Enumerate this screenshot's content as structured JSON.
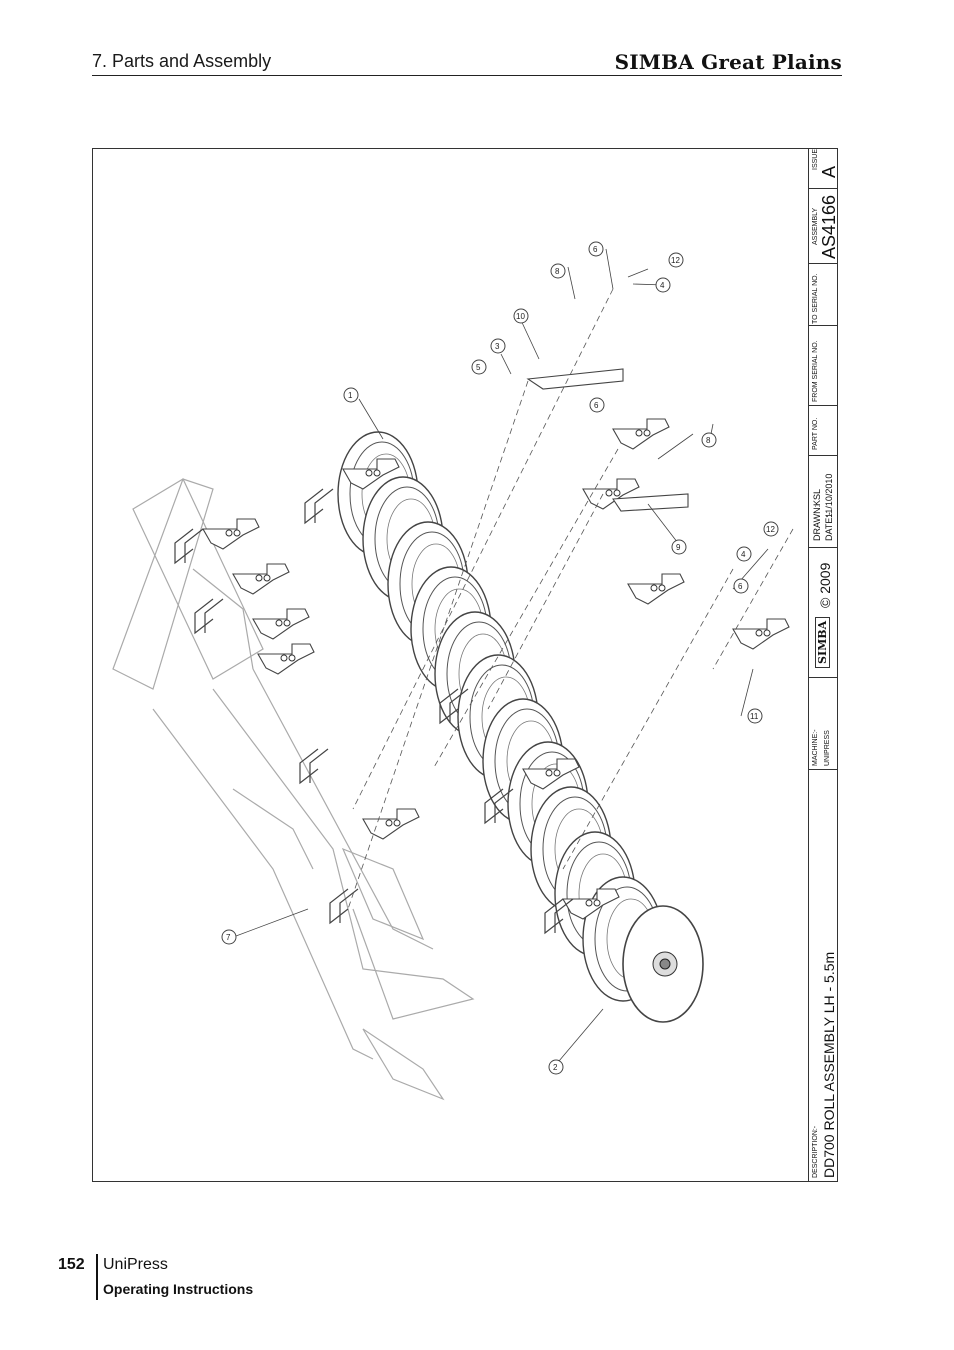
{
  "header": {
    "section_title": "7. Parts and Assembly",
    "brand": "SIMBA Great Plains"
  },
  "drawing": {
    "callouts": [
      "1",
      "2",
      "3",
      "4",
      "4",
      "5",
      "6",
      "6",
      "6",
      "7",
      "8",
      "8",
      "9",
      "10",
      "11",
      "12",
      "12"
    ],
    "title_block": {
      "issue_label": "ISSUE",
      "issue": "A",
      "assembly_label": "ASSEMBLY",
      "assembly": "AS4166",
      "to_serial_label": "TO SERIAL NO.",
      "from_serial_label": "FROM SERIAL NO.",
      "part_no_label": "PART NO.",
      "drawn_label": "DRAWN:",
      "drawn": "KSL",
      "date_label": "DATE:-",
      "date": "11/10/2010",
      "copyright": "© 2009",
      "logo": "SIMBA",
      "machine_label": "MACHINE:-",
      "machine": "UNIPRESS",
      "description_label": "DESCRIPTION:-",
      "description": "DD700 ROLL ASSEMBLY LH - 5.5m"
    }
  },
  "footer": {
    "page_number": "152",
    "product": "UniPress",
    "subtitle": "Operating Instructions"
  }
}
